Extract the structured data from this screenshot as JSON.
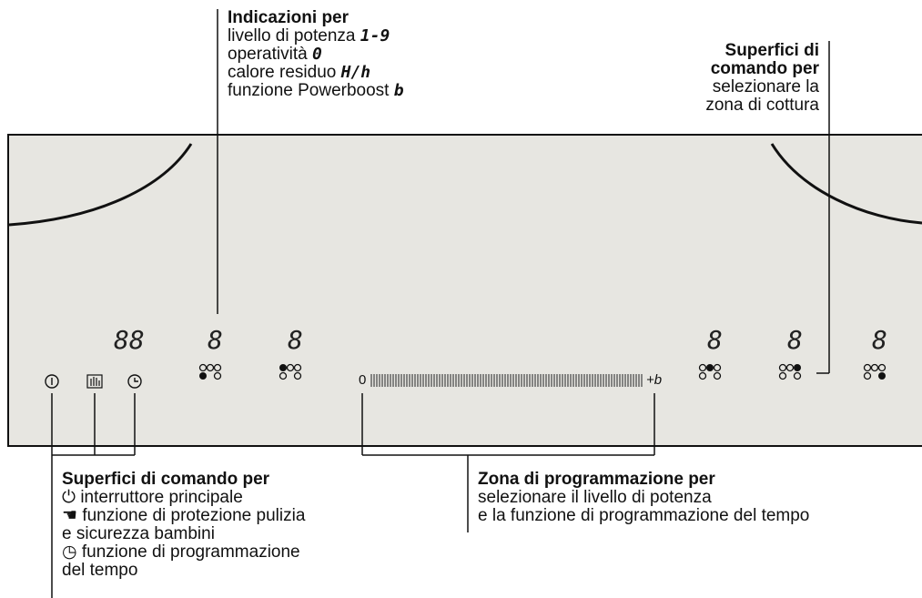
{
  "top_left_label": {
    "title": "Indicazioni per",
    "line1_text": "livello di potenza ",
    "line1_seg": "1-9",
    "line2_text": "operatività ",
    "line2_seg": "0",
    "line3_text": "calore residuo ",
    "line3_seg": "H/h",
    "line4_text": "funzione Powerboost ",
    "line4_seg": "b"
  },
  "top_right_label": {
    "title1": "Superfici di",
    "title2": "comando per",
    "line1": "selezionare la",
    "line2": "zona di cottura"
  },
  "bottom_left_label": {
    "title": "Superfici di comando per",
    "line1_icon": "power-icon",
    "line1_glyph": "⏻",
    "line1": "interruttore principale",
    "line2_icon": "hand-wipe-lock-icon",
    "line2_glyph": "☚",
    "line2": "funzione di protezione pulizia",
    "line3": "e sicurezza bambini",
    "line4_icon": "clock-icon",
    "line4_glyph": "◷",
    "line4": "funzione di programmazione",
    "line5": "del tempo"
  },
  "bottom_right_label": {
    "title": "Zona di programmazione per",
    "line1": "selezionare il livello di potenza",
    "line2": "e la funzione di programmazione del tempo"
  },
  "panel": {
    "timer_display": "88",
    "zone_displays": [
      "8",
      "8",
      "8",
      "8",
      "8"
    ],
    "slider_start": "0",
    "slider_end": "+b",
    "controls": [
      {
        "icon": "power-icon",
        "glyph": "⏻"
      },
      {
        "icon": "hand-wipe-lock-icon",
        "glyph": "☚"
      },
      {
        "icon": "clock-icon",
        "glyph": "◷"
      }
    ],
    "zone_selectors": [
      {
        "icon": "zone-rear-left-icon",
        "active": "front-left"
      },
      {
        "icon": "zone-front-left-icon",
        "active": "rear-left"
      },
      {
        "icon": "zone-rear-middle-icon",
        "active": "rear-middle"
      },
      {
        "icon": "zone-rear-right-icon",
        "active": "rear-right"
      },
      {
        "icon": "zone-front-right-icon",
        "active": "front-right"
      }
    ],
    "colors": {
      "panel": "#e7e6e1",
      "ink": "#111111"
    }
  }
}
